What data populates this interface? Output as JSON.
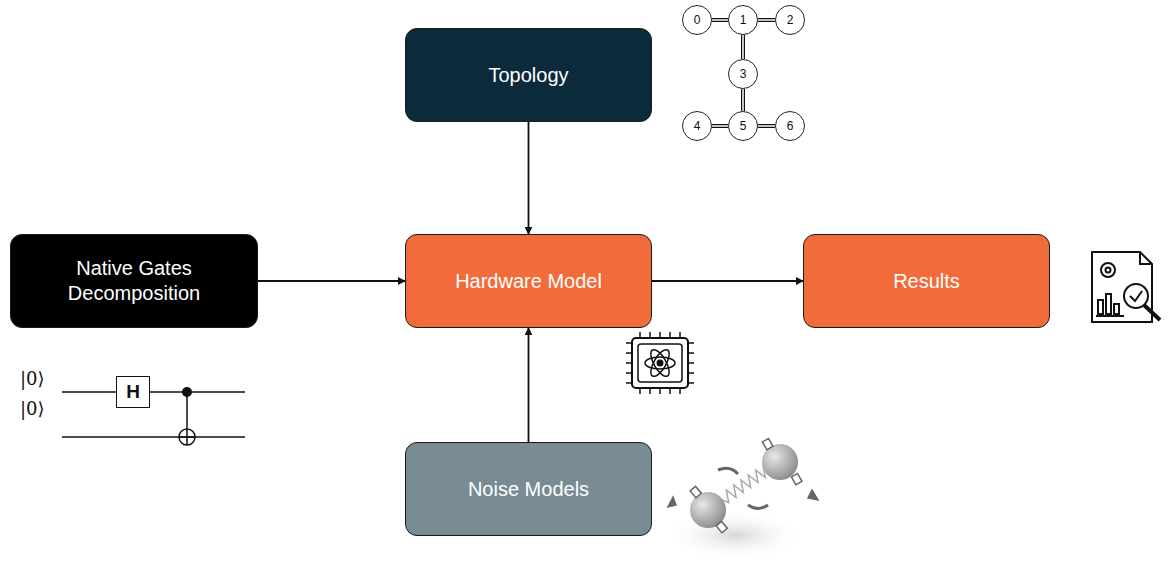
{
  "diagram": {
    "nodes": [
      {
        "text": [
          "Topology"
        ]
      },
      {
        "text": [
          "0"
        ]
      },
      {
        "text": [
          "1"
        ]
      },
      {
        "text": [
          "2"
        ]
      },
      {
        "text": [
          "3"
        ]
      },
      {
        "text": [
          "4"
        ]
      },
      {
        "text": [
          "5"
        ]
      },
      {
        "text": [
          "6"
        ]
      },
      {
        "text": [
          "Native Gates Decomposition"
        ]
      },
      {
        "text": [
          "H"
        ]
      },
      {
        "text": [
          "Hardware Model"
        ]
      },
      {
        "text": [
          "Results"
        ]
      },
      {
        "text": [
          "Noise Models"
        ]
      }
    ],
    "edges": [
      {
        "from": 0,
        "to": 10,
        "arrow": "to"
      },
      {
        "from": 8,
        "to": 10,
        "arrow": "to"
      },
      {
        "from": 12,
        "to": 10,
        "arrow": "to"
      },
      {
        "from": 10,
        "to": 11,
        "arrow": "to"
      },
      {
        "from": 1,
        "to": 2,
        "arrow": "none"
      },
      {
        "from": 2,
        "to": 3,
        "arrow": "none"
      },
      {
        "from": 2,
        "to": 4,
        "arrow": "none"
      },
      {
        "from": 4,
        "to": 6,
        "arrow": "none"
      },
      {
        "from": 5,
        "to": 6,
        "arrow": "none"
      },
      {
        "from": 6,
        "to": 7,
        "arrow": "none"
      }
    ],
    "labels": [
      "|0⟩",
      "|0⟩"
    ]
  }
}
